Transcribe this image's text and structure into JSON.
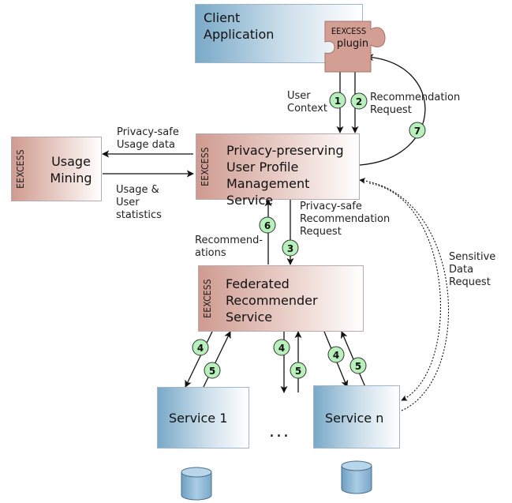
{
  "client": {
    "title": "Client Application",
    "plugin_line1": "EEXCESS",
    "plugin_line2": "plugin"
  },
  "usage": {
    "tag": "EEXCESS",
    "title": "Usage Mining"
  },
  "profile": {
    "tag": "EEXCESS",
    "title": "Privacy-preserving User Profile Management Service"
  },
  "federated": {
    "tag": "EEXCESS",
    "title": "Federated Recommender Service"
  },
  "services": {
    "first": "Service 1",
    "last": "Service n",
    "ellipsis": "..."
  },
  "labels": {
    "user_context": "User Context",
    "recommendation_request": "Recommendation Request",
    "privacy_safe_usage": "Privacy-safe Usage data",
    "usage_user_stats": "Usage & User statistics",
    "privacy_safe_rec_request": "Privacy-safe Recommendation Request",
    "recommendations": "Recommend- ations",
    "sensitive_data_request": "Sensitive Data Request"
  },
  "steps": [
    "1",
    "2",
    "3",
    "4",
    "5",
    "6",
    "7"
  ],
  "colors": {
    "step_fill": "#b8f0bc",
    "step_stroke": "#333333",
    "db_fill": "#8fb9d6"
  }
}
